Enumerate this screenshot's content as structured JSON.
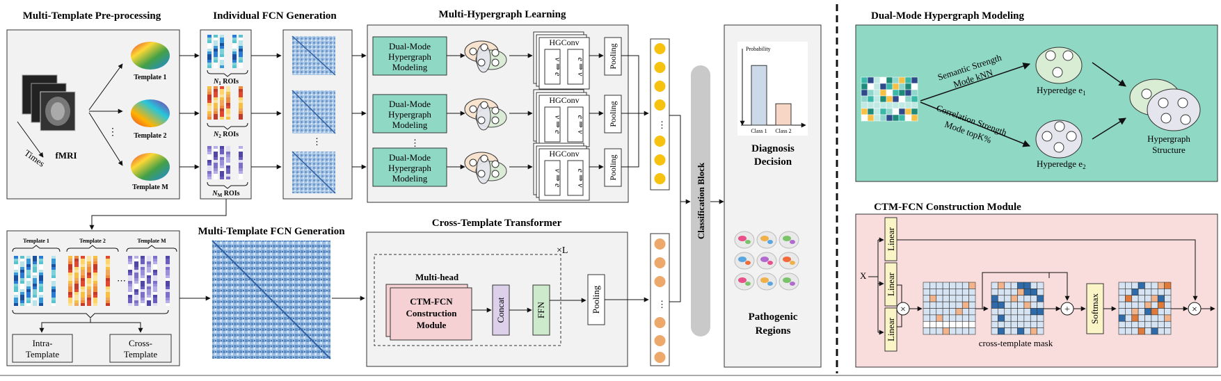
{
  "titles": {
    "preproc": "Multi-Template Pre-processing",
    "indiv": "Individual FCN Generation",
    "mhl": "Multi-Hypergraph Learning",
    "mtfcn": "Multi-Template FCN Generation",
    "ctt": "Cross-Template Transformer",
    "dmhm": "Dual-Mode Hypergraph Modeling",
    "ctm": "CTM-FCN Construction Module"
  },
  "preproc": {
    "fmri": "fMRI",
    "times": "Times",
    "templates": [
      "Template 1",
      "Template 2",
      "Template M"
    ],
    "dots": "⋮"
  },
  "rois": {
    "n1": "N",
    "n1_sub": "1",
    "n2": "N",
    "n2_sub": "2",
    "nm": "N",
    "nm_sub": "M",
    "suffix": " ROIs"
  },
  "dual_mode_box": {
    "line1": "Dual-Mode",
    "line2": "Hypergraph",
    "line3": "Modeling"
  },
  "hgconv": "HGConv",
  "arrows": {
    "ve": "v ⇒ e",
    "ev": "e ⇒ v"
  },
  "pooling": "Pooling",
  "classification": "Classification Block",
  "diagnosis": {
    "prob_label": "Probability",
    "class1": "Class 1",
    "class2": "Class 2",
    "class1_value": 0.78,
    "class2_value": 0.28,
    "line1": "Diagnosis",
    "line2": "Decision"
  },
  "pathogenic": {
    "line1": "Pathogenic",
    "line2": "Regions"
  },
  "mtfcn_box": {
    "templates": [
      "Template 1",
      "Template 2",
      "Template M"
    ],
    "intra1": "Intra-",
    "intra2": "Template",
    "cross1": "Cross-",
    "cross2": "Template"
  },
  "ctt": {
    "multihead": "Multi-head",
    "ctm1": "CTM-FCN",
    "ctm2": "Construction",
    "ctm3": "Module",
    "concat": "Concat",
    "ffn": "FFN",
    "times_l": "×L"
  },
  "dmhm": {
    "sem1": "Semantic Strength",
    "sem2": "Mode kNN",
    "cor1": "Correlation Strength",
    "cor2": "Mode topK%",
    "he1": "Hyperedge e",
    "he1_sub": "1",
    "he2": "Hyperedge e",
    "he2_sub": "2",
    "hs1": "Hypergraph",
    "hs2": "Structure"
  },
  "ctm": {
    "x": "X",
    "linear": "Linear",
    "softmax": "Softmax",
    "mask_label": "cross-template mask"
  },
  "colors": {
    "teal": "#8fd8c3",
    "pink_bg": "#f9dcdc",
    "gray_bg": "#f2f2f2",
    "orange_node": "#f7c20f",
    "salmon_node": "#eda86b",
    "concat": "#dcd0ea",
    "ffn": "#cdeacc",
    "ctm_box": "#f6d1d3",
    "linear": "#fbf4c6"
  }
}
